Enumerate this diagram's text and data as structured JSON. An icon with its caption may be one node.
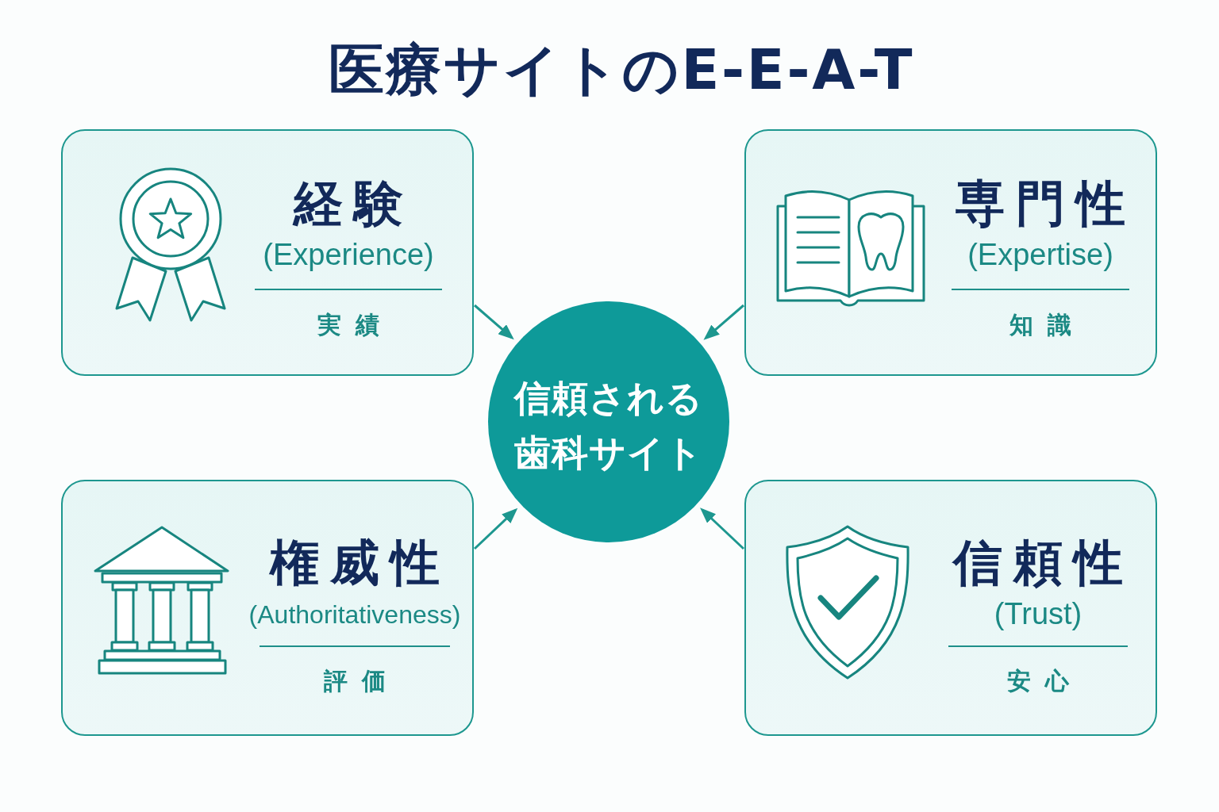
{
  "diagram": {
    "title": "医療サイトのE-E-A-T",
    "nodes": [
      {
        "text": [
          "経験",
          "(Experience)",
          "実績"
        ]
      },
      {
        "text": [
          "専門性",
          "(Expertise)",
          "知識"
        ]
      },
      {
        "text": [
          "信頼される歯科サイト"
        ]
      },
      {
        "text": [
          "権威性",
          "(Authoritativeness)",
          "評価"
        ]
      },
      {
        "text": [
          "信頼性",
          "(Trust)",
          "安心"
        ]
      }
    ],
    "edges": [
      {
        "from": 0,
        "to": 2,
        "arrow": "to"
      },
      {
        "from": 1,
        "to": 2,
        "arrow": "to"
      },
      {
        "from": 3,
        "to": 2,
        "arrow": "to"
      },
      {
        "from": 4,
        "to": 2,
        "arrow": "to"
      }
    ]
  }
}
